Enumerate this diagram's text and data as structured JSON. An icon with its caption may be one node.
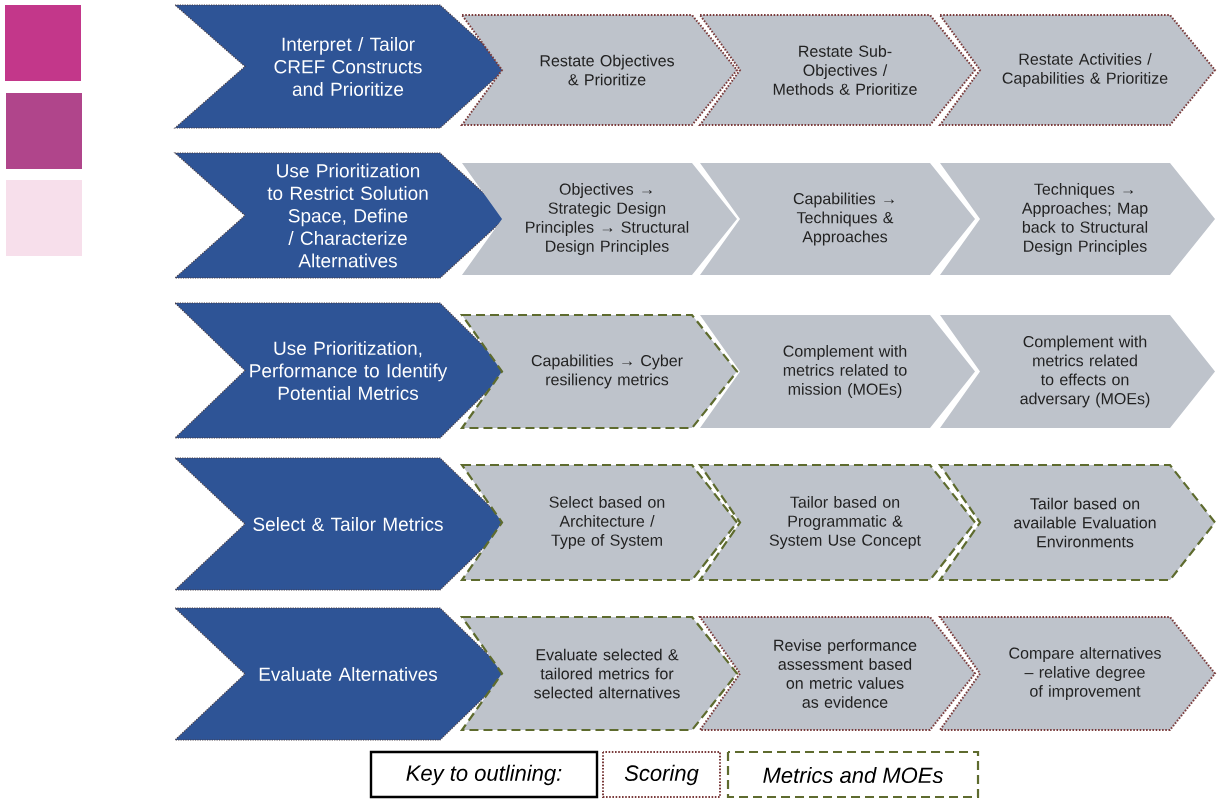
{
  "diagram": {
    "nodes": [
      {
        "text": [
          "Interpret / Tailor CREF Constructs and Prioritize"
        ]
      },
      {
        "text": [
          "Restate Objectives & Prioritize"
        ]
      },
      {
        "text": [
          "Restate Sub-Objectives / Methods & Prioritize"
        ]
      },
      {
        "text": [
          "Restate Activities / Capabilities & Prioritize"
        ]
      },
      {
        "text": [
          "Use Prioritization to Restrict Solution Space, Define / Characterize Alternatives"
        ]
      },
      {
        "text": [
          "Objectives → Strategic Design Principles → Structural Design Principles"
        ]
      },
      {
        "text": [
          "Capabilities → Techniques & Approaches"
        ]
      },
      {
        "text": [
          "Techniques → Approaches; Map back to Structural Design Principles"
        ]
      },
      {
        "text": [
          "Use Prioritization, Performance to Identify Potential Metrics"
        ]
      },
      {
        "text": [
          "Capabilities → Cyber resiliency metrics"
        ]
      },
      {
        "text": [
          "Complement with metrics related to mission (MOEs)"
        ]
      },
      {
        "text": [
          "Complement with metrics related to effects on adversary (MOEs)"
        ]
      },
      {
        "text": [
          "Select & Tailor Metrics"
        ]
      },
      {
        "text": [
          "Select based on Architecture / Type of System"
        ]
      },
      {
        "text": [
          "Tailor based on Programmatic & System Use Concept"
        ]
      },
      {
        "text": [
          "Tailor based on available Evaluation Environments"
        ]
      },
      {
        "text": [
          "Evaluate Alternatives"
        ]
      },
      {
        "text": [
          "Evaluate selected & tailored metrics for selected alternatives"
        ]
      },
      {
        "text": [
          "Revise performance assessment based on metric values as evidence"
        ]
      },
      {
        "text": [
          "Compare alternatives – relative degree of improvement"
        ]
      },
      {
        "text": [],
        "shape": "box"
      },
      {
        "text": [],
        "shape": "box"
      },
      {
        "text": [],
        "shape": "box"
      }
    ],
    "labels": [
      "Key to outlining:"
    ],
    "legend": [
      {
        "text": "Scoring"
      },
      {
        "text": "Metrics and MOEs"
      }
    ]
  }
}
